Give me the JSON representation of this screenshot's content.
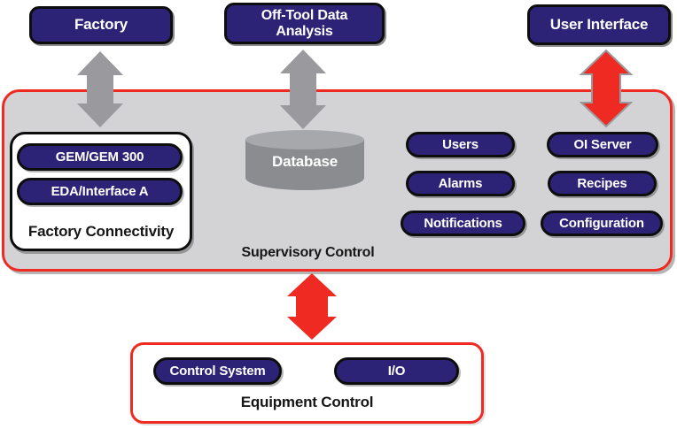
{
  "colors": {
    "navy": "#2d2376",
    "red": "#ee2a22",
    "panel_gray": "#d3d3d5",
    "arrow_gray": "#9a9a9e",
    "db_body_gray": "#8b8c90",
    "db_top_gray": "#a7a8ac",
    "border_black": "#0d0d0d",
    "text_black": "#161616"
  },
  "top_boxes": {
    "factory": "Factory",
    "off_tool_data_analysis": "Off-Tool Data Analysis",
    "user_interface": "User Interface"
  },
  "supervisory_control": {
    "label": "Supervisory Control",
    "factory_connectivity": {
      "label": "Factory Connectivity",
      "pills": [
        "GEM/GEM 300",
        "EDA/Interface A"
      ]
    },
    "database_label": "Database",
    "service_columns": [
      {
        "pills": [
          "Users",
          "Alarms",
          "Notifications"
        ]
      },
      {
        "pills": [
          "OI Server",
          "Recipes",
          "Configuration"
        ]
      }
    ]
  },
  "equipment_control": {
    "label": "Equipment Control",
    "pills": [
      "Control System",
      "I/O"
    ]
  },
  "arrows": [
    {
      "name": "factory-supervisory-arrow",
      "style": "gray-double-arrow"
    },
    {
      "name": "offtool-supervisory-arrow",
      "style": "gray-double-arrow"
    },
    {
      "name": "userinterface-supervisory-arrow",
      "style": "red-double-arrow"
    },
    {
      "name": "supervisory-equipment-arrow",
      "style": "red-double-arrow"
    }
  ]
}
